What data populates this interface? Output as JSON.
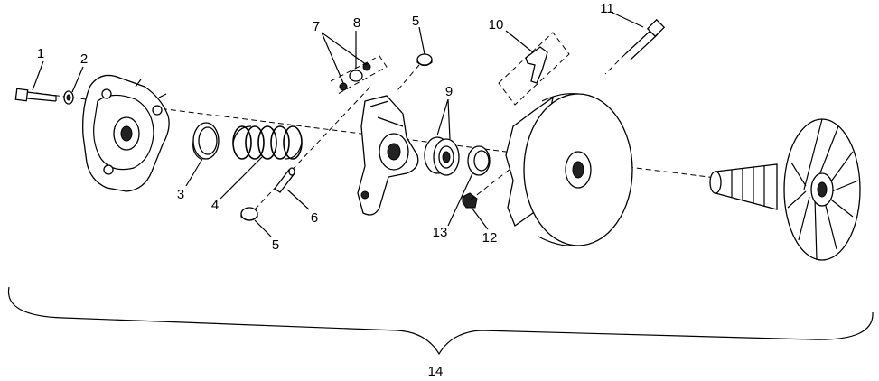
{
  "callouts": [
    {
      "id": "1",
      "label": "1"
    },
    {
      "id": "2",
      "label": "2"
    },
    {
      "id": "3",
      "label": "3"
    },
    {
      "id": "4",
      "label": "4"
    },
    {
      "id": "5a",
      "label": "5"
    },
    {
      "id": "5b",
      "label": "5"
    },
    {
      "id": "6",
      "label": "6"
    },
    {
      "id": "7",
      "label": "7"
    },
    {
      "id": "8",
      "label": "8"
    },
    {
      "id": "9",
      "label": "9"
    },
    {
      "id": "10",
      "label": "10"
    },
    {
      "id": "11",
      "label": "11"
    },
    {
      "id": "12",
      "label": "12"
    },
    {
      "id": "13",
      "label": "13"
    },
    {
      "id": "14",
      "label": "14"
    }
  ]
}
